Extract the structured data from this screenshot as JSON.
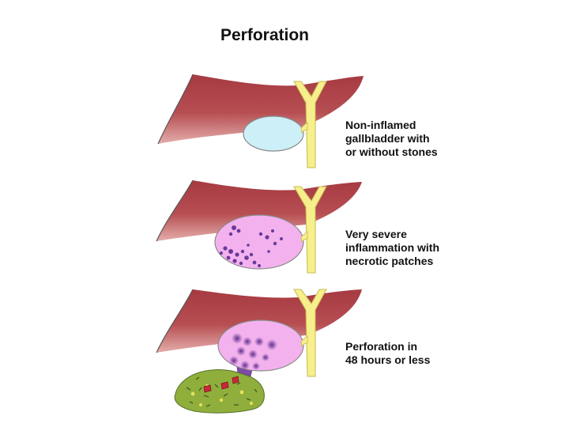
{
  "title": "Perforation",
  "stages": [
    {
      "caption_lines": [
        "Non-inflamed",
        "gallbladder with",
        "or without stones"
      ]
    },
    {
      "caption_lines": [
        "Very severe",
        "inflammation with",
        "necrotic patches"
      ]
    },
    {
      "caption_lines": [
        "Perforation in",
        "48 hours or less"
      ]
    }
  ],
  "colors": {
    "liver": "#a63a42",
    "liver_light": "#d48a87",
    "bile_duct": "#f6ef8c",
    "bile_duct_edge": "#c9b850",
    "gallbladder_normal": "#cdeff8",
    "gallbladder_inflamed": "#f3b2ee",
    "necrotic": "#6a3a9a",
    "abscess": "#8fae3c",
    "abscess_red": "#c8283a"
  },
  "icons": [
    "liver-lobe",
    "bile-duct",
    "gallbladder",
    "necrotic-patch",
    "abscess"
  ]
}
